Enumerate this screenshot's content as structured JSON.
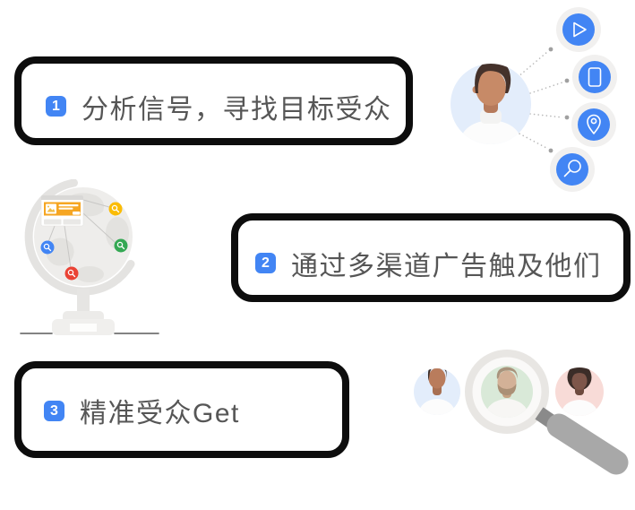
{
  "steps": [
    {
      "number": "1",
      "label": "分析信号，寻找目标受众"
    },
    {
      "number": "2",
      "label": "通过多渠道广告触及他们"
    },
    {
      "number": "3",
      "label": "精准受众Get"
    }
  ],
  "illustrations": {
    "audience_signals": {
      "description": "user avatar connected by dotted lines to four channel icons",
      "icons": [
        "play-icon",
        "phone-icon",
        "location-pin-icon",
        "search-icon"
      ]
    },
    "globe_search": {
      "description": "desk globe with an ad browser card linked to colored search pins",
      "pins": [
        "yellow-search-pin",
        "green-search-pin",
        "blue-search-pin",
        "red-search-pin"
      ]
    },
    "audience_magnifier": {
      "description": "magnifying glass focusing on one audience member among three avatars"
    }
  },
  "colors": {
    "accent_blue": "#4285F4",
    "box_border": "#0D0D0D",
    "step_text": "#565656",
    "halo_gray": "#F1F0EF",
    "dotted_line": "#B9B9B9",
    "pin_yellow": "#FBBC05",
    "pin_green": "#34A853",
    "pin_red": "#EA4335",
    "card_orange": "#F6A622",
    "avatar_blue_bg": "#E3EDFB",
    "avatar_pink_bg": "#F8DBD7",
    "lens_green_bg": "#D9E9D8",
    "globe_gray": "#EEEDEB",
    "stand_gray": "#E4E3E1",
    "handle_gray": "#A8A8A8"
  }
}
